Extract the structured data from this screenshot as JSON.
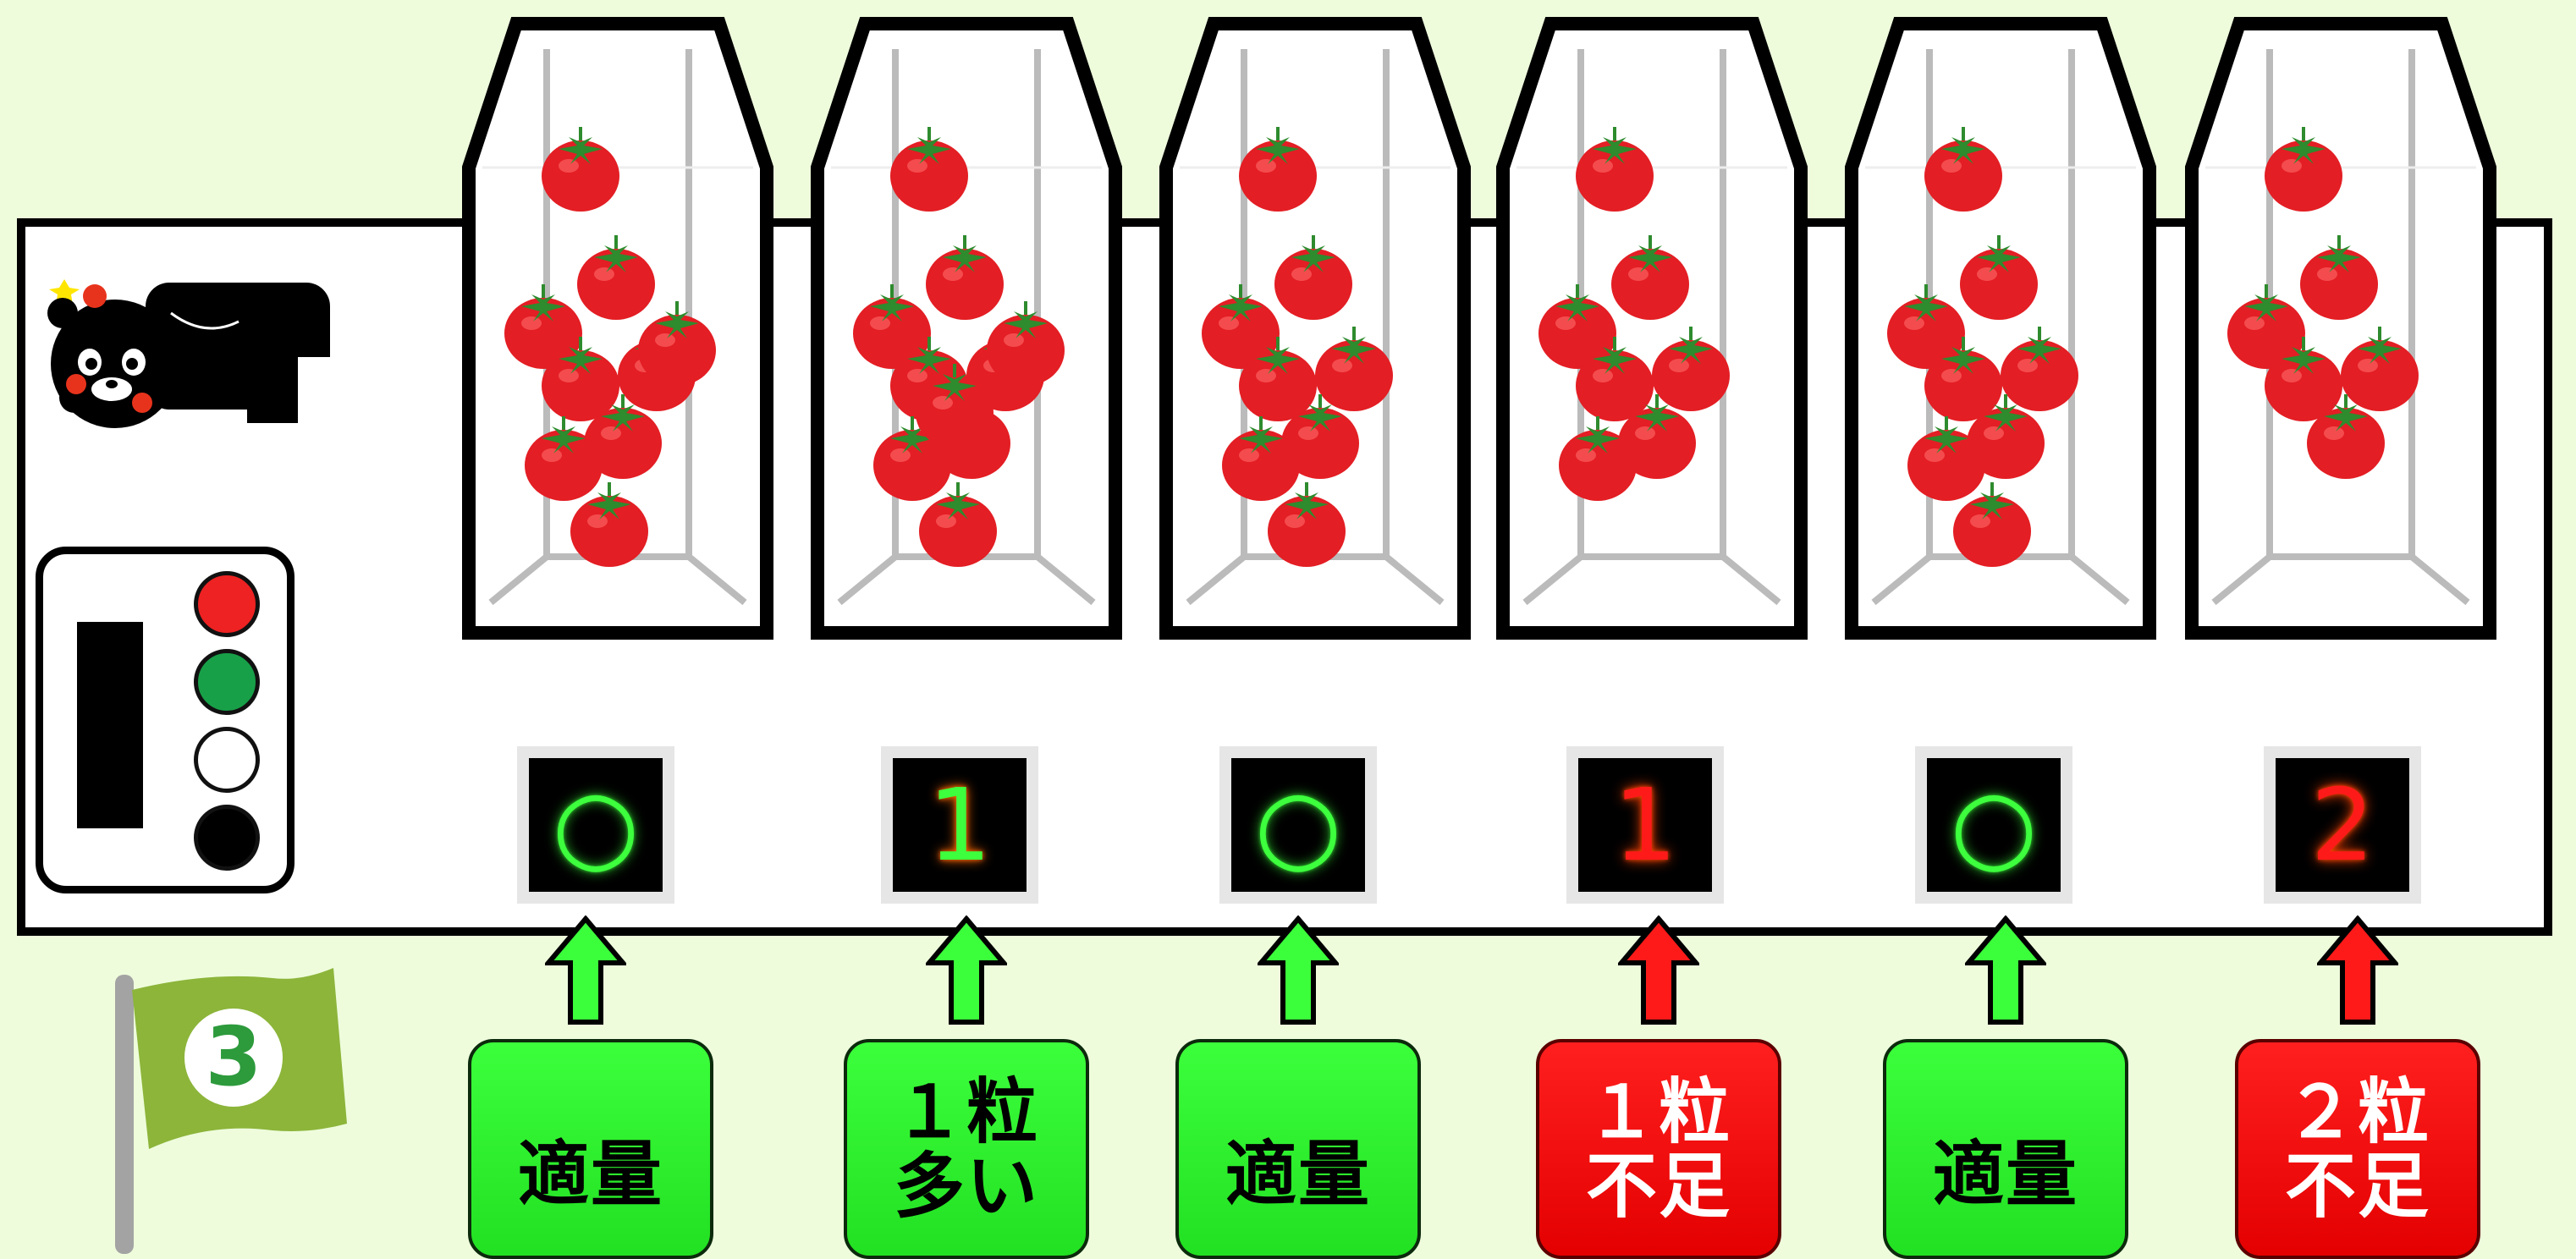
{
  "machine": {
    "title": "",
    "lamps": [
      {
        "name": "red",
        "color": "#ee2222"
      },
      {
        "name": "green",
        "color": "#18a048"
      },
      {
        "name": "white",
        "color": "#ffffff"
      },
      {
        "name": "black",
        "color": "#000000"
      }
    ]
  },
  "flag": {
    "number": "3",
    "color": "#8cb53a"
  },
  "lanes": [
    {
      "count": 9,
      "display": "○",
      "state": "ok",
      "button_line1": "適量",
      "button_line2": "",
      "button_color": "green"
    },
    {
      "count": 10,
      "display": "1",
      "state": "over",
      "button_line1": "１粒",
      "button_line2": "多い",
      "button_color": "green"
    },
    {
      "count": 8,
      "display": "○",
      "state": "ok",
      "button_line1": "適量",
      "button_line2": "",
      "button_color": "green"
    },
    {
      "count": 7,
      "display": "1",
      "state": "short",
      "button_line1": "１粒",
      "button_line2": "不足",
      "button_color": "red"
    },
    {
      "count": 8,
      "display": "○",
      "state": "ok",
      "button_line1": "適量",
      "button_line2": "",
      "button_color": "green"
    },
    {
      "count": 6,
      "display": "2",
      "state": "short",
      "button_line1": "２粒",
      "button_line2": "不足",
      "button_color": "red"
    }
  ]
}
